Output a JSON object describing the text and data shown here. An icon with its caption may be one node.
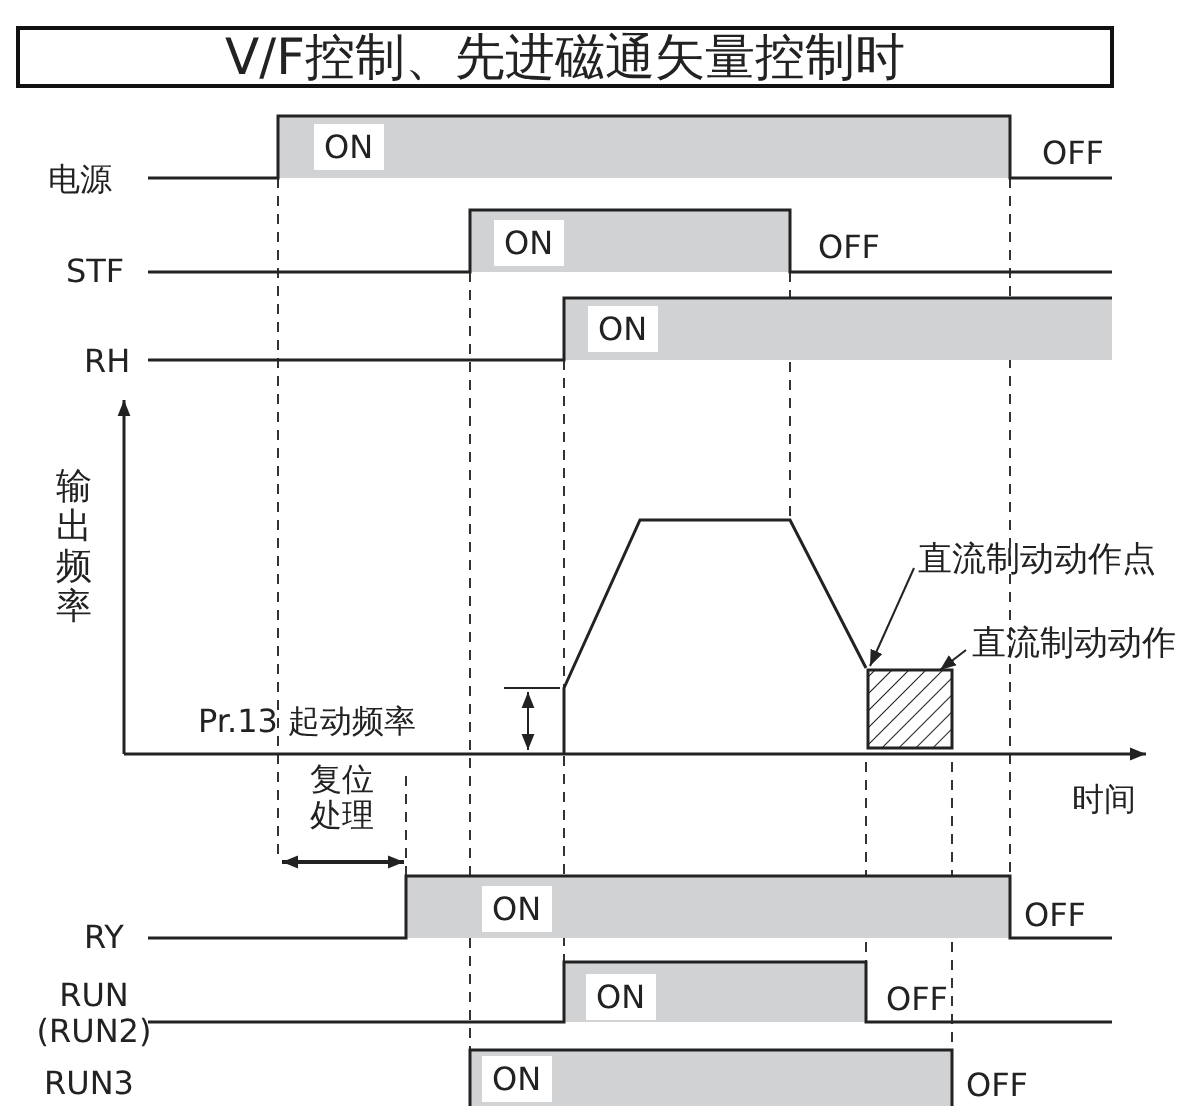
{
  "diagram": {
    "title": "V/F控制、先进磁通矢量控制时",
    "nodes": [
      {
        "text": [
          "直流制动动作点"
        ]
      },
      {
        "text": [
          "直流制动动作"
        ]
      },
      {
        "text": [],
        "shape": "box"
      }
    ],
    "edges": [
      {
        "from": 0,
        "to": 2,
        "arrow": "to"
      },
      {
        "from": 1,
        "to": 2,
        "arrow": "to"
      }
    ],
    "labels": [
      "ON",
      "OFF",
      "电源",
      "STF",
      "ON",
      "OFF",
      "RH",
      "ON",
      "输出频率",
      "Pr.13 起动频率",
      "复位处理",
      "时间",
      "RY",
      "ON",
      "OFF",
      "RUN (RUN2)",
      "ON",
      "OFF",
      "RUN3",
      "ON",
      "OFF"
    ]
  }
}
